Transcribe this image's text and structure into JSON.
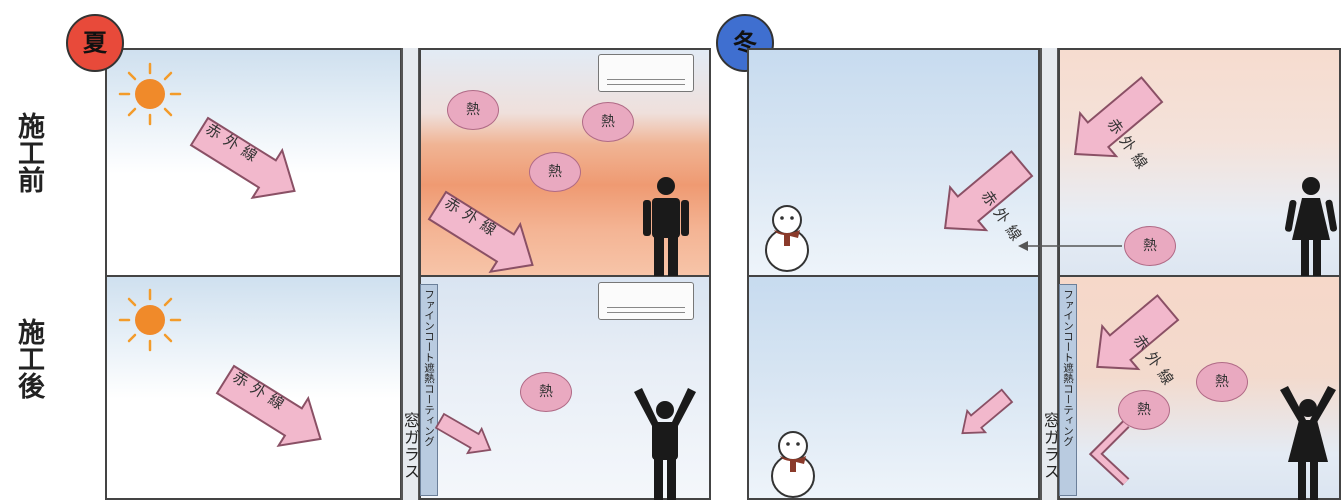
{
  "row_labels": {
    "before": "施工前",
    "after": "施工後"
  },
  "seasons": {
    "summer": "夏",
    "winter": "冬"
  },
  "labels": {
    "infrared": "赤外線",
    "heat": "熱",
    "coating": "ファインコート遮熱コーティング",
    "glass": "窓ガラス"
  },
  "colors": {
    "summer_badge": "#e84a3a",
    "winter_badge": "#3f6fd0",
    "arrow_fill": "#f2b8cc",
    "arrow_stroke": "#8a5065",
    "heat_fill": "#e9a9c0",
    "warm_zone": "#f2a27c",
    "person": "#1a1a1a"
  }
}
